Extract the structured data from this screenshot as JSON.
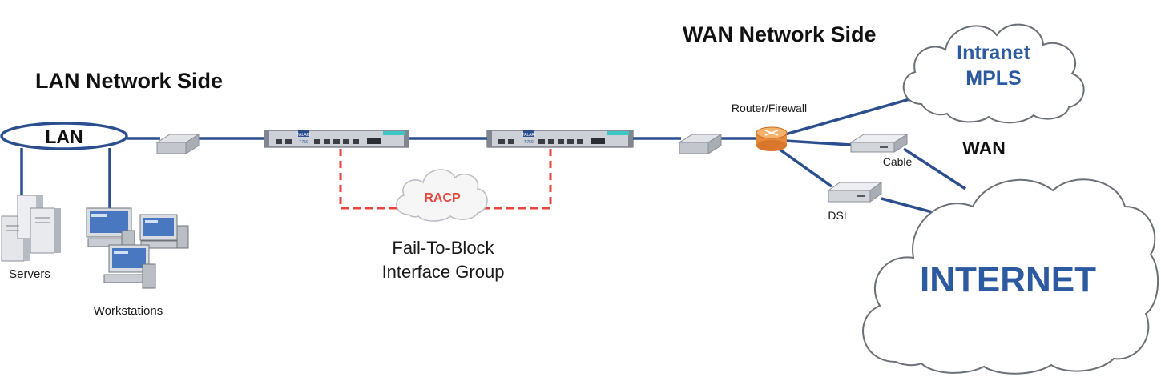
{
  "headings": {
    "lan_side": "LAN Network Side",
    "wan_side": "WAN Network Side"
  },
  "lan": {
    "label": "LAN"
  },
  "nodes": {
    "servers": "Servers",
    "workstations": "Workstations",
    "router_firewall": "Router/Firewall",
    "cable": "Cable",
    "dsl": "DSL",
    "wan": "WAN"
  },
  "appliances": {
    "brand": "TALARI",
    "model": "T750"
  },
  "racp": {
    "label": "RACP",
    "caption_line1": "Fail-To-Block",
    "caption_line2": "Interface Group"
  },
  "clouds": {
    "intranet_line1": "Intranet",
    "intranet_line2": "MPLS",
    "internet": "INTERNET"
  },
  "colors": {
    "link": "#2b4f8e",
    "racp": "#e8453c",
    "cloud_text": "#2b5aa0",
    "lan_ellipse": "#2b4f8e",
    "router": "#f0a050"
  }
}
